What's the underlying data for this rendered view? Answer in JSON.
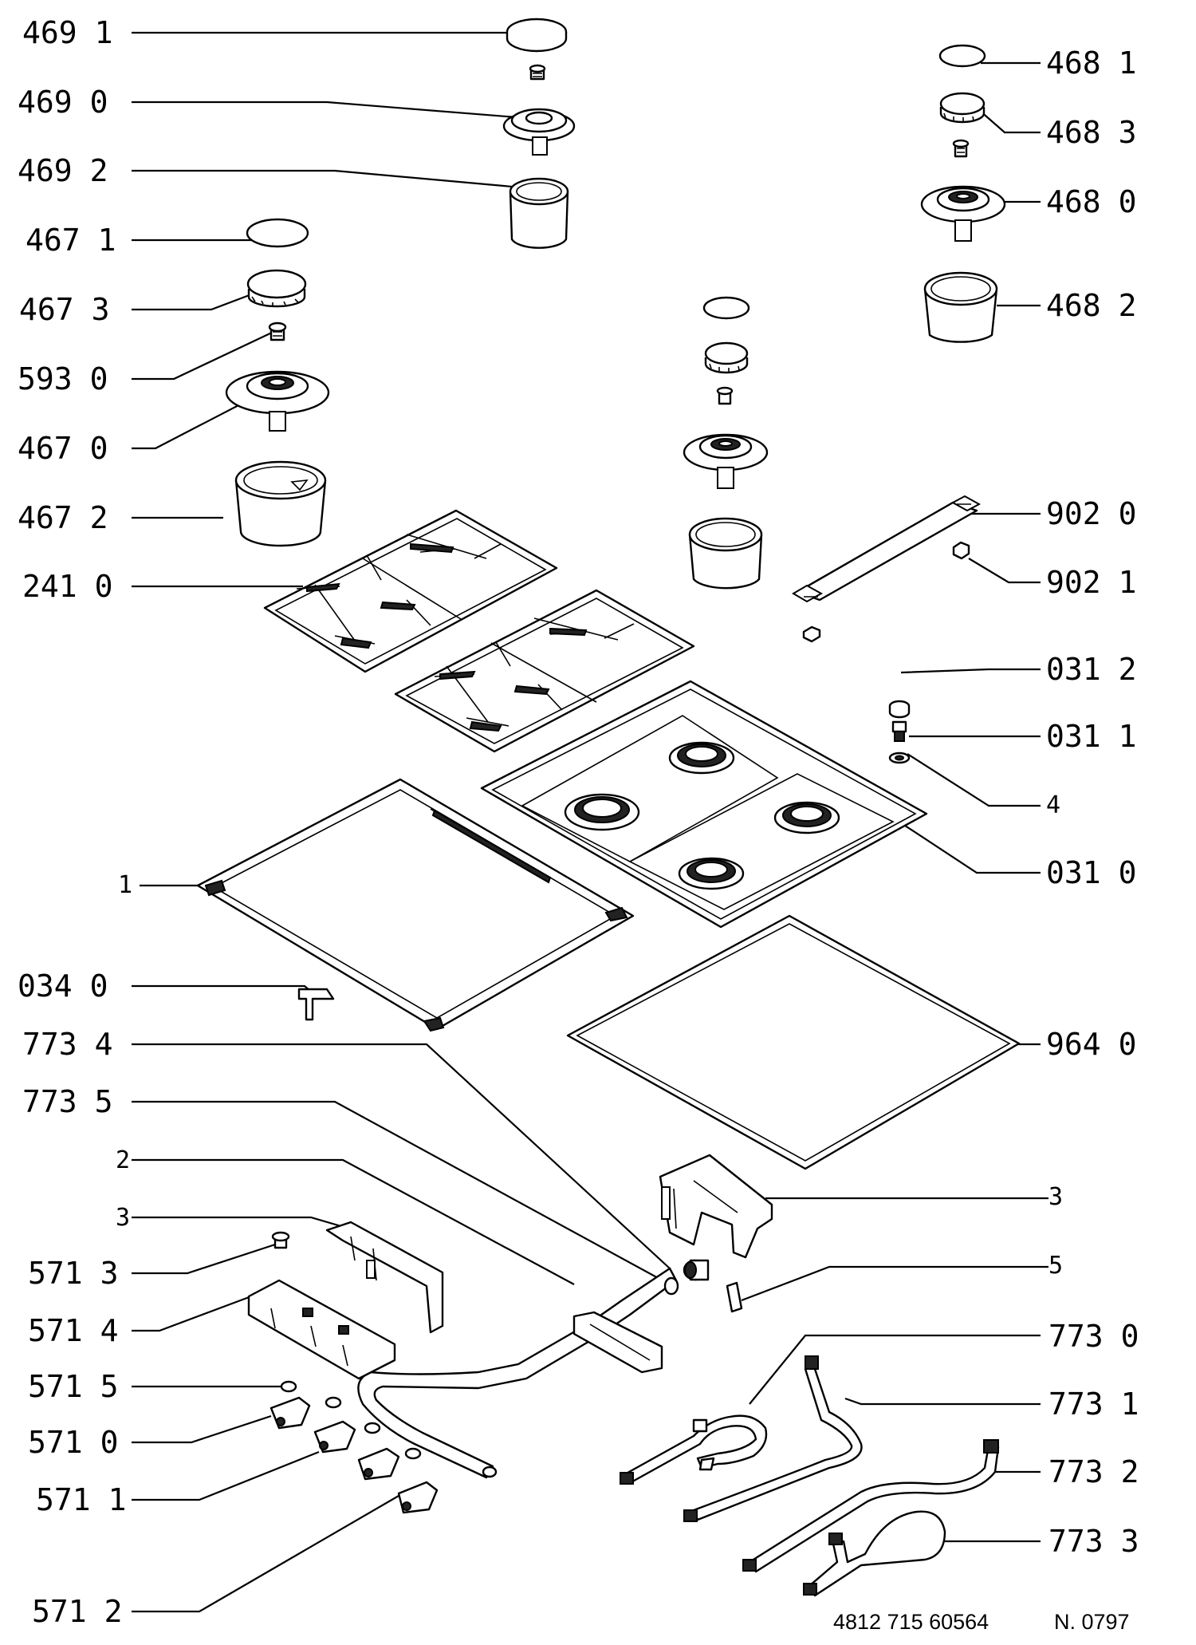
{
  "diagram": {
    "labels": {
      "l469_1": {
        "a": "469",
        "b": "1"
      },
      "l469_0": {
        "a": "469",
        "b": "0"
      },
      "l469_2": {
        "a": "469",
        "b": "2"
      },
      "l467_1": {
        "a": "467",
        "b": "1"
      },
      "l467_3": {
        "a": "467",
        "b": "3"
      },
      "l593_0": {
        "a": "593",
        "b": "0"
      },
      "l467_0": {
        "a": "467",
        "b": "0"
      },
      "l467_2": {
        "a": "467",
        "b": "2"
      },
      "l241_0": {
        "a": "241",
        "b": "0"
      },
      "l1": {
        "a": "1"
      },
      "l034_0": {
        "a": "034",
        "b": "0"
      },
      "l773_4": {
        "a": "773",
        "b": "4"
      },
      "l773_5": {
        "a": "773",
        "b": "5"
      },
      "l2": {
        "a": "2"
      },
      "l3_left": {
        "a": "3"
      },
      "l571_3": {
        "a": "571",
        "b": "3"
      },
      "l571_4": {
        "a": "571",
        "b": "4"
      },
      "l571_5": {
        "a": "571",
        "b": "5"
      },
      "l571_0": {
        "a": "571",
        "b": "0"
      },
      "l571_1": {
        "a": "571",
        "b": "1"
      },
      "l571_2": {
        "a": "571",
        "b": "2"
      },
      "l468_1": {
        "a": "468",
        "b": "1"
      },
      "l468_3": {
        "a": "468",
        "b": "3"
      },
      "l468_0": {
        "a": "468",
        "b": "0"
      },
      "l468_2": {
        "a": "468",
        "b": "2"
      },
      "l902_0": {
        "a": "902",
        "b": "0"
      },
      "l902_1": {
        "a": "902",
        "b": "1"
      },
      "l031_2": {
        "a": "031",
        "b": "2"
      },
      "l031_1": {
        "a": "031",
        "b": "1"
      },
      "l4": {
        "a": "4"
      },
      "l031_0": {
        "a": "031",
        "b": "0"
      },
      "l964_0": {
        "a": "964",
        "b": "0"
      },
      "l3_right": {
        "a": "3"
      },
      "l5": {
        "a": "5"
      },
      "l773_0": {
        "a": "773",
        "b": "0"
      },
      "l773_1": {
        "a": "773",
        "b": "1"
      },
      "l773_2": {
        "a": "773",
        "b": "2"
      },
      "l773_3": {
        "a": "773",
        "b": "3"
      }
    },
    "footer": {
      "doc_number": "4812 715 60564",
      "revision": "N. 0797"
    }
  }
}
